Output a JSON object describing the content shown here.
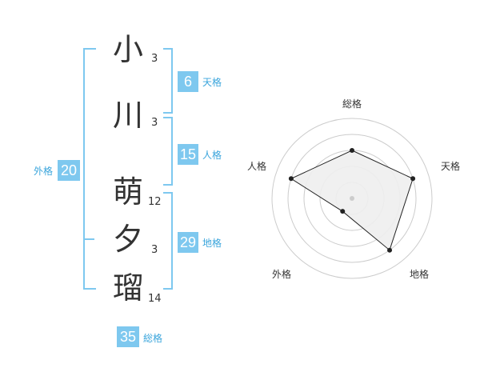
{
  "name": {
    "characters": [
      {
        "char": "小",
        "strokes": "3"
      },
      {
        "char": "川",
        "strokes": "3"
      },
      {
        "char": "萌",
        "strokes": "12"
      },
      {
        "char": "夕",
        "strokes": "3"
      },
      {
        "char": "瑠",
        "strokes": "14"
      }
    ]
  },
  "fortunes": {
    "ten": {
      "value": "6",
      "label": "天格"
    },
    "jin": {
      "value": "15",
      "label": "人格"
    },
    "chi": {
      "value": "29",
      "label": "地格"
    },
    "gai": {
      "value": "20",
      "label": "外格"
    },
    "so": {
      "value": "35",
      "label": "総格"
    }
  },
  "chart_data": {
    "type": "radar",
    "axes": [
      "総格",
      "天格",
      "地格",
      "外格",
      "人格"
    ],
    "values": [
      3,
      4,
      4,
      1,
      4
    ],
    "max": 5,
    "rings": 5,
    "colors": {
      "fill": "#eeeeee",
      "line": "#222222",
      "ring": "#cccccc",
      "center": "#cccccc"
    }
  },
  "colors": {
    "accent": "#7ec8ef",
    "label": "#3aa5dc"
  }
}
